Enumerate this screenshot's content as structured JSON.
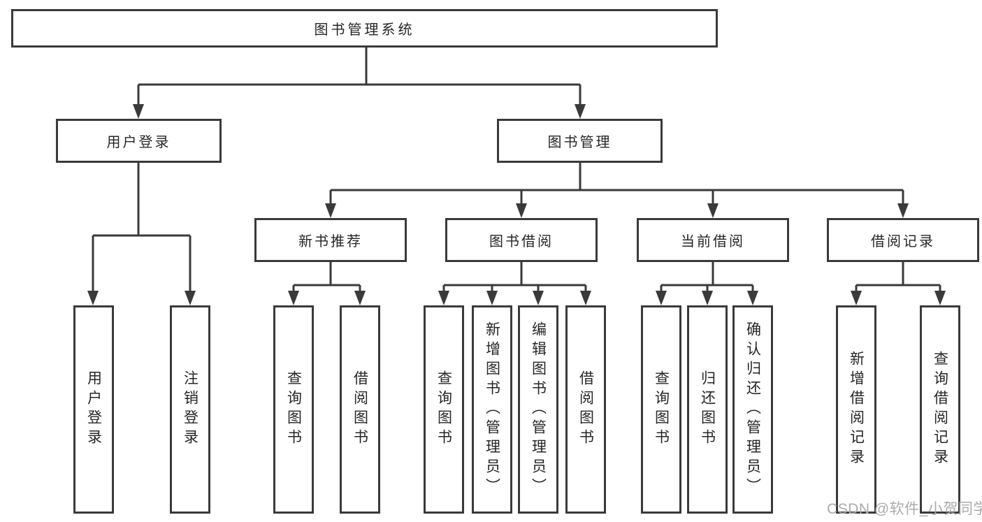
{
  "diagram_type": "tree-structure-chart",
  "watermark": "CSDN @软件_小贺同学",
  "colors": {
    "line": "#3a3a3a",
    "box_border": "#3a3a3a",
    "text": "#262626",
    "watermark": "#ababab",
    "background": "#ffffff"
  },
  "tree": {
    "root": {
      "label": "图书管理系统"
    },
    "branches": [
      {
        "label": "用户登录",
        "children": [
          {
            "label": "用户登录"
          },
          {
            "label": "注销登录"
          }
        ]
      },
      {
        "label": "图书管理",
        "children": [
          {
            "label": "新书推荐",
            "children": [
              {
                "label": "查询图书"
              },
              {
                "label": "借阅图书"
              }
            ]
          },
          {
            "label": "图书借阅",
            "children": [
              {
                "label": "查询图书"
              },
              {
                "label": "新增图书（管理员）"
              },
              {
                "label": "编辑图书（管理员）"
              },
              {
                "label": "借阅图书"
              }
            ]
          },
          {
            "label": "当前借阅",
            "children": [
              {
                "label": "查询图书"
              },
              {
                "label": "归还图书"
              },
              {
                "label": "确认归还（管理员）"
              }
            ]
          },
          {
            "label": "借阅记录",
            "children": [
              {
                "label": "新增借阅记录"
              },
              {
                "label": "查询借阅记录"
              }
            ]
          }
        ]
      }
    ]
  }
}
